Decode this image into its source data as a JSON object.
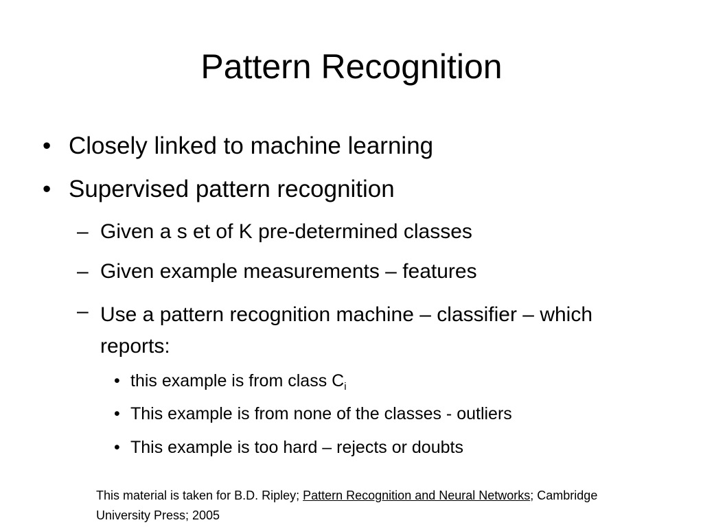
{
  "slide": {
    "title": "Pattern Recognition",
    "bullets": [
      "Closely linked to machine learning",
      "Supervised pattern recognition"
    ],
    "sub_bullets": [
      "Given a s et of K pre-determined classes",
      "Given example measurements – features",
      "Use a pattern recognition machine – classifier – which reports:"
    ],
    "sub_sub_bullets": {
      "item1_text": "this example is from class C",
      "item1_subscript": "i",
      "item2_text": "This example is from none of the classes - outliers",
      "item3_text": "This example is too hard – rejects or doubts"
    },
    "footer": {
      "prefix": "This material is taken for B.D. Ripley; ",
      "link_text": "Pattern Recognition and Neural Networks",
      "suffix": "; Cambridge University  Press;  2005"
    }
  }
}
